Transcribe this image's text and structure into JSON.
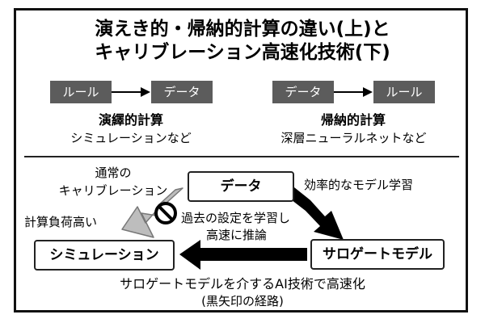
{
  "title_line1": "演えき的・帰納的計算の違い(上)と",
  "title_line2": "キャリブレーション高速化技術(下)",
  "top": {
    "left_box_a": "ルール",
    "left_box_b": "データ",
    "left_heading": "演繹的計算",
    "left_example": "シミュレーションなど",
    "right_box_a": "データ",
    "right_box_b": "ルール",
    "right_heading": "帰納的計算",
    "right_example": "深層ニューラルネットなど"
  },
  "bottom": {
    "conventional_line1": "通常の",
    "conventional_line2": "キャリブレーション",
    "load_note": "計算負荷高い",
    "data_box": "データ",
    "efficient_learning": "効率的なモデル学習",
    "learn_line1": "過去の設定を学習し",
    "learn_line2": "高速に推論",
    "simulation_box": "シミュレーション",
    "surrogate_box": "サロゲートモデル",
    "caption_line1": "サロゲートモデルを介するAI技術で高速化",
    "caption_line2": "(黒矢印の経路)"
  },
  "colors": {
    "gray_box": "#5c5c5c",
    "black_arrow": "#000000",
    "gray_arrow": "#bdbdbd"
  }
}
